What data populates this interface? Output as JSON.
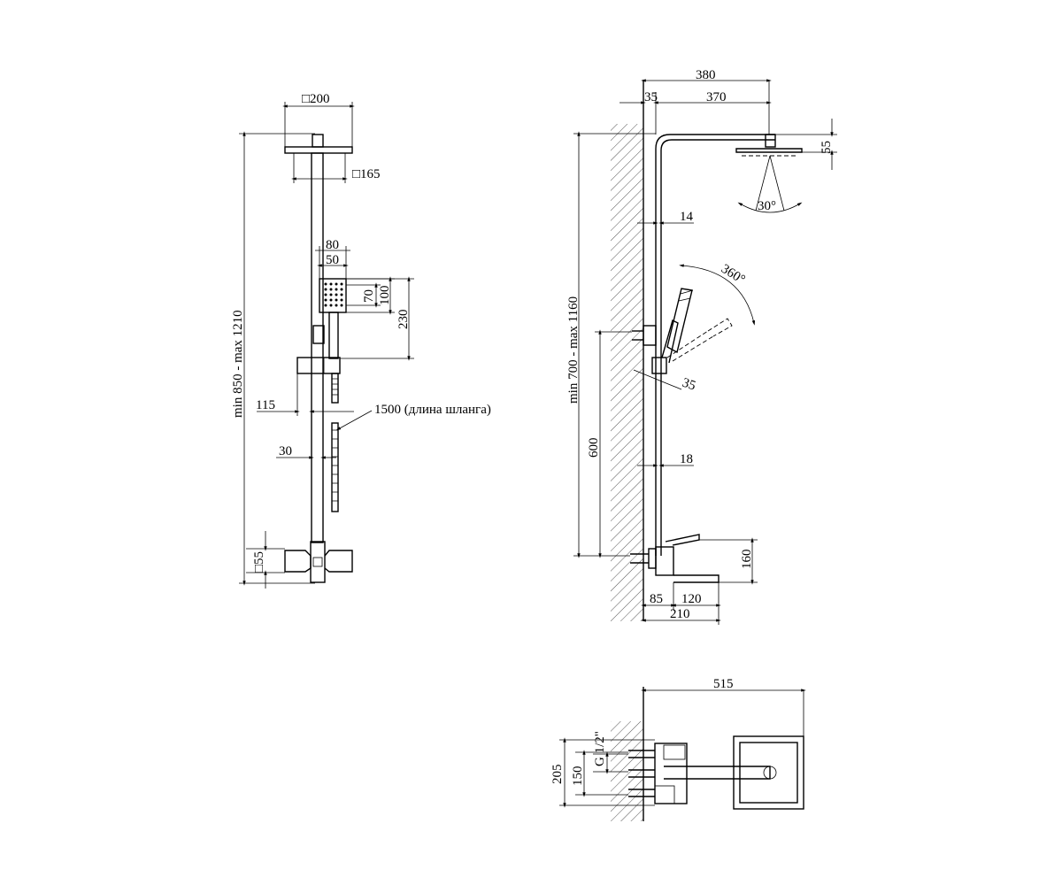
{
  "left_view": {
    "head_size": "□200",
    "head_inner": "□165",
    "handshower_width": "80",
    "handshower_inner": "50",
    "handshower_face": "70",
    "handshower_height": "100",
    "holder_height": "230",
    "holder_offset": "115",
    "hose": "1500 (длина шланга)",
    "rail_offset": "30",
    "valve_size": "□55",
    "total_height": "min 850 - max 1210"
  },
  "right_view": {
    "arm_total": "380",
    "wall_gap": "35",
    "arm_length": "370",
    "head_drop": "55",
    "spray_angle": "30°",
    "pipe_dia": "14",
    "rotation": "360°",
    "holder_dia": "35",
    "height_range": "min 700 - max 1160",
    "connection_height": "600",
    "lower_pipe_dia": "18",
    "mixer_height": "160",
    "spout_base": "85",
    "spout_length": "120",
    "spout_total": "210"
  },
  "top_view": {
    "depth": "515",
    "inlet_thread": "G 1/2\"",
    "inlet_spacing": "150",
    "outer_spacing": "205"
  }
}
